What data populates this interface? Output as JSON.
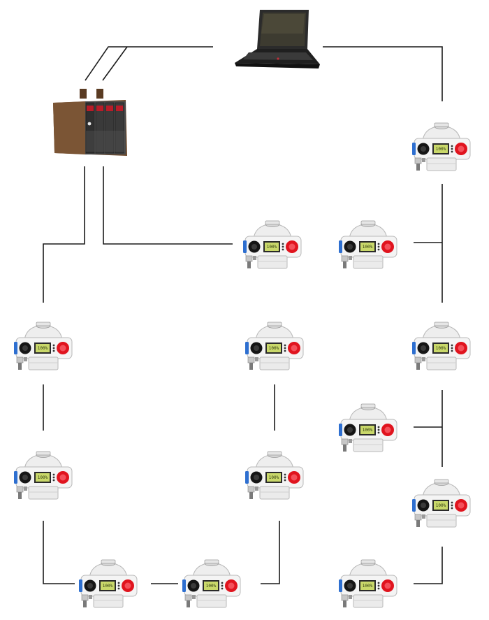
{
  "diagram": {
    "nodes": [
      {
        "id": "laptop",
        "kind": "laptop",
        "icon": "laptop-icon"
      },
      {
        "id": "plc",
        "kind": "plc",
        "icon": "plc-controller-icon"
      },
      {
        "id": "a1",
        "kind": "actuator",
        "lcd": "100%"
      },
      {
        "id": "a2",
        "kind": "actuator",
        "lcd": "100%"
      },
      {
        "id": "a3",
        "kind": "actuator",
        "lcd": "100%"
      },
      {
        "id": "a4",
        "kind": "actuator",
        "lcd": "100%"
      },
      {
        "id": "a5",
        "kind": "actuator",
        "lcd": "100%"
      },
      {
        "id": "a6",
        "kind": "actuator",
        "lcd": "100%"
      },
      {
        "id": "a7",
        "kind": "actuator",
        "lcd": "100%"
      },
      {
        "id": "a8",
        "kind": "actuator",
        "lcd": "100%"
      },
      {
        "id": "a9",
        "kind": "actuator",
        "lcd": "100%"
      },
      {
        "id": "a10",
        "kind": "actuator",
        "lcd": "100%"
      },
      {
        "id": "a11",
        "kind": "actuator",
        "lcd": "100%"
      },
      {
        "id": "a12",
        "kind": "actuator",
        "lcd": "100%"
      },
      {
        "id": "a13",
        "kind": "actuator",
        "lcd": "100%"
      },
      {
        "id": "a14",
        "kind": "actuator",
        "lcd": "100%"
      }
    ],
    "colors": {
      "line": "#1a1a1a",
      "actuator_body": "#f4f4f4",
      "actuator_outline": "#b8b8b8",
      "lcd": "#c9d86a",
      "red_knob": "#e0141e",
      "black_knob": "#151515",
      "blue_accent": "#2e6fd0",
      "plc_body": "#6e4a2c",
      "laptop_body": "#2b2b2b"
    }
  }
}
